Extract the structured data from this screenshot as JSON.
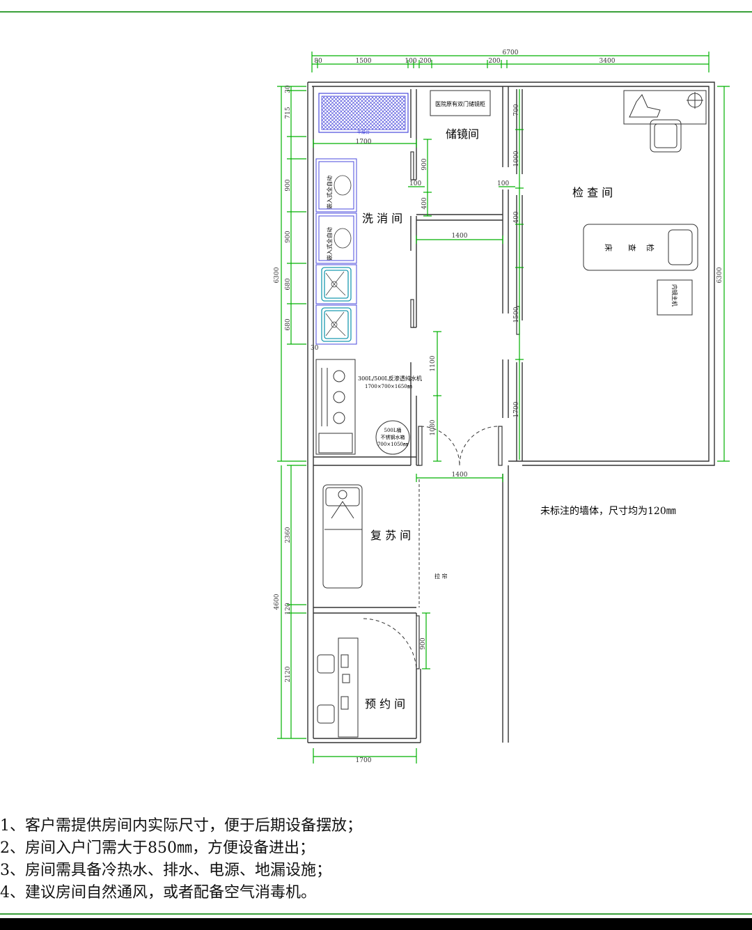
{
  "rooms": {
    "storage": "储镜间",
    "wash": "洗 消 间",
    "exam": "检 查 间",
    "recovery": "复 苏 间",
    "reception": "预 约 间"
  },
  "labels": {
    "cabinet": "医院原有双门储镜柜",
    "rack": "干燥台",
    "ro_machine_line1": "300L/500L反渗透纯水机",
    "ro_machine_line2": "1700×700×1650㎜",
    "tank_line1": "500L桶",
    "tank_line2": "不锈钢水箱",
    "tank_line3": "700×1050㎜",
    "exam_bed": [
      "检",
      "查",
      "床"
    ],
    "endoscope_host": "内镜主机",
    "curtain": "拉 帘",
    "washer_label": "嵌入式全自动",
    "wall_note": "未标注的墙体，尺寸均为120㎜"
  },
  "dimensions": {
    "top_total": "6700",
    "top_segments": [
      "80",
      "1500",
      "100",
      "200",
      "200",
      "3400"
    ],
    "storage_width": "1700",
    "corridor_width_top": "1400",
    "corridor_width_bottom": "1400",
    "bottom_width": "1700",
    "left_total_top": "6300",
    "left_total_bottom": "4600",
    "left_segments_top": [
      "30",
      "715",
      "900",
      "900",
      "680",
      "680"
    ],
    "left_segments_bottom": [
      "2360",
      "120",
      "2120"
    ],
    "right_total": "6300",
    "dim_30": "30",
    "door_900_a": "900",
    "door_400": "400",
    "door_100_a": "100",
    "door_100_b": "100",
    "door_700": "700",
    "door_1000": "1000",
    "door_400_b": "400",
    "door_1500": "1500",
    "door_1700": "1700",
    "door_1100": "1100",
    "door_1080": "1080",
    "door_900_b": "900"
  },
  "notes": [
    "1、客户需提供房间内实际尺寸，便于后期设备摆放；",
    "2、房间入户门需大于850㎜，方便设备进出；",
    "3、房间需具备冷热水、排水、电源、地漏设施；",
    "4、建议房间自然通风，或者配备空气消毒机。"
  ],
  "colors": {
    "dimension": "#00b000",
    "wall": "#333333",
    "equipment_blue": "#4a4adc",
    "equipment_cyan": "#1a9ab0",
    "frame_green": "#3aa03a",
    "bottom_bar": "#000000"
  }
}
